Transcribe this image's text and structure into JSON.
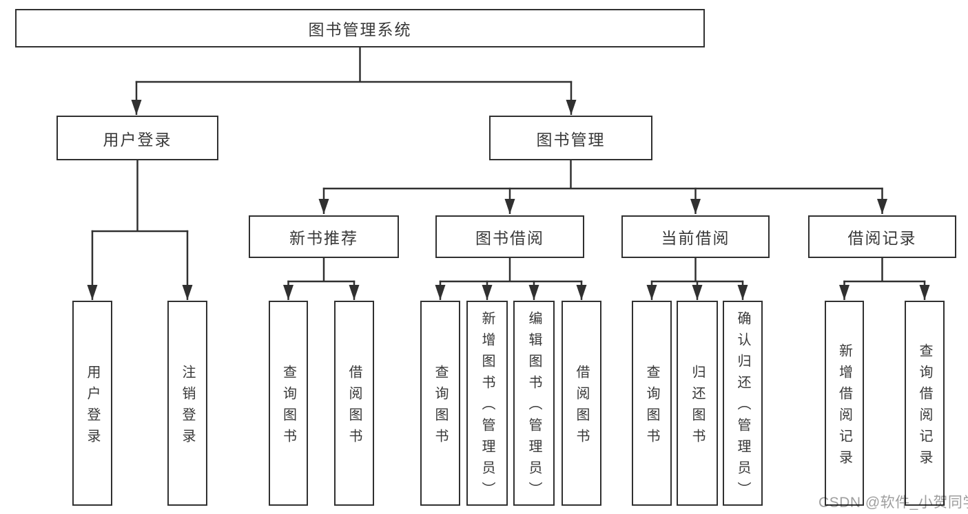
{
  "tree": {
    "root": {
      "label": "图书管理系统"
    },
    "branches": [
      {
        "label": "用户登录",
        "children": [
          {
            "label": "用户登录"
          },
          {
            "label": "注销登录"
          }
        ]
      },
      {
        "label": "图书管理",
        "children": [
          {
            "label": "新书推荐",
            "children": [
              {
                "label": "查询图书"
              },
              {
                "label": "借阅图书"
              }
            ]
          },
          {
            "label": "图书借阅",
            "children": [
              {
                "label": "查询图书"
              },
              {
                "label": "新增图书（管理员）"
              },
              {
                "label": "编辑图书（管理员）"
              },
              {
                "label": "借阅图书"
              }
            ]
          },
          {
            "label": "当前借阅",
            "children": [
              {
                "label": "查询图书"
              },
              {
                "label": "归还图书"
              },
              {
                "label": "确认归还（管理员）"
              }
            ]
          },
          {
            "label": "借阅记录",
            "children": [
              {
                "label": "新增借阅记录"
              },
              {
                "label": "查询借阅记录"
              }
            ]
          }
        ]
      }
    ]
  },
  "watermark": {
    "text": "CSDN @软件_小贺同学"
  },
  "colors": {
    "line": "#303030",
    "text": "#383838",
    "watermark": "#9e9e9e",
    "background": "#ffffff"
  }
}
